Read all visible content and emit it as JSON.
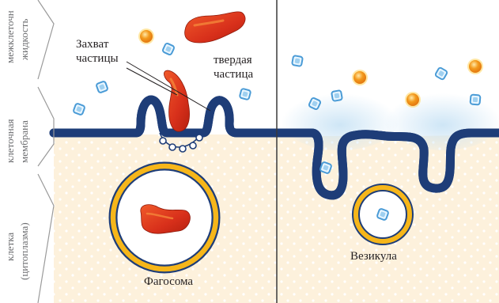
{
  "side_labels": {
    "extracellular_line1": "межклеточн",
    "extracellular_line2": "жидкость",
    "membrane_line1": "клеточная",
    "membrane_line2": "мембрана",
    "cell_line1": "клетка",
    "cell_line2": "(цитоплазма)"
  },
  "labels": {
    "capture_line1": "Захват",
    "capture_line2": "частицы",
    "solid_line1": "твердая",
    "solid_line2": "частица",
    "phagosome": "Фагосома",
    "vesicle": "Везикула"
  },
  "colors": {
    "membrane_fill": "#f6b61a",
    "membrane_outline": "#1e3d78",
    "cytoplasm": "#fdf1dc",
    "particle_red": "#d8301b",
    "glucose_blue": "#6cb7e6",
    "orange_ball": "#f39a1c",
    "fluid_glow": "#c9e3f5"
  }
}
